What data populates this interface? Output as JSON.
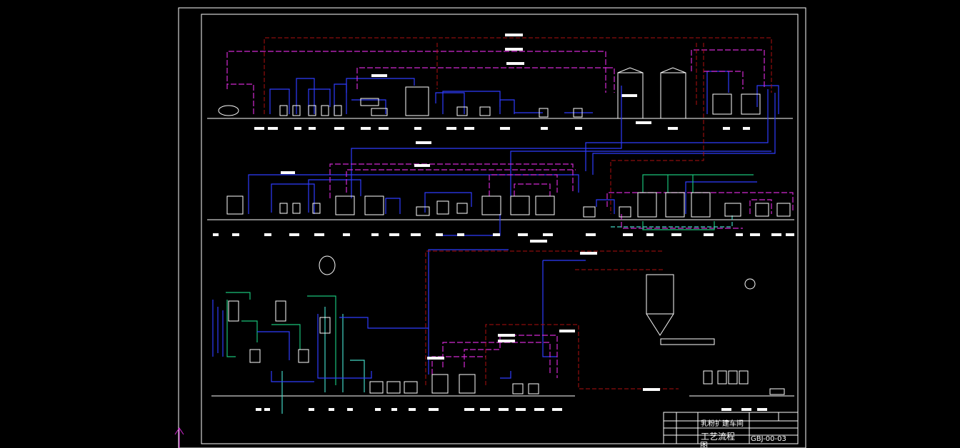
{
  "drawing": {
    "title_block": {
      "project": "乳粉扩建车间",
      "drawing_title": "工艺流程",
      "drawing_title_overflow": "图",
      "drawing_number": "GBJ-00-03"
    }
  },
  "colors": {
    "background": "#000000",
    "frame": "#ffffff",
    "process_line": "#2f3cff",
    "steam_line": "#d42ad4",
    "return_line": "#b01010",
    "cooling_line": "#19c27a",
    "water_line": "#43d6c4",
    "equipment": "#ffffff"
  },
  "icons": {
    "cursor": "up-arrow-icon"
  }
}
